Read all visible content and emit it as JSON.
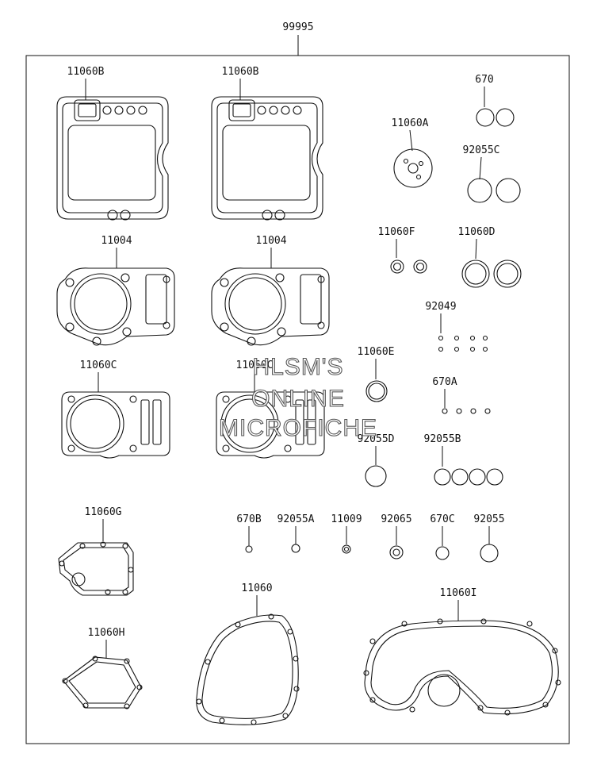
{
  "assembly_number": "99995",
  "watermark": [
    "HLSM'S",
    "ONLINE",
    "MICROFICHE"
  ],
  "parts": [
    "11060B",
    "11060B",
    "670",
    "11060A",
    "92055C",
    "11004",
    "11004",
    "11060F",
    "11060D",
    "92049",
    "11060C",
    "11060C",
    "11060E",
    "670A",
    "92055D",
    "92055B",
    "11060G",
    "670B",
    "92055A",
    "11009",
    "92065",
    "670C",
    "92055",
    "11060H",
    "11060",
    "11060I"
  ]
}
